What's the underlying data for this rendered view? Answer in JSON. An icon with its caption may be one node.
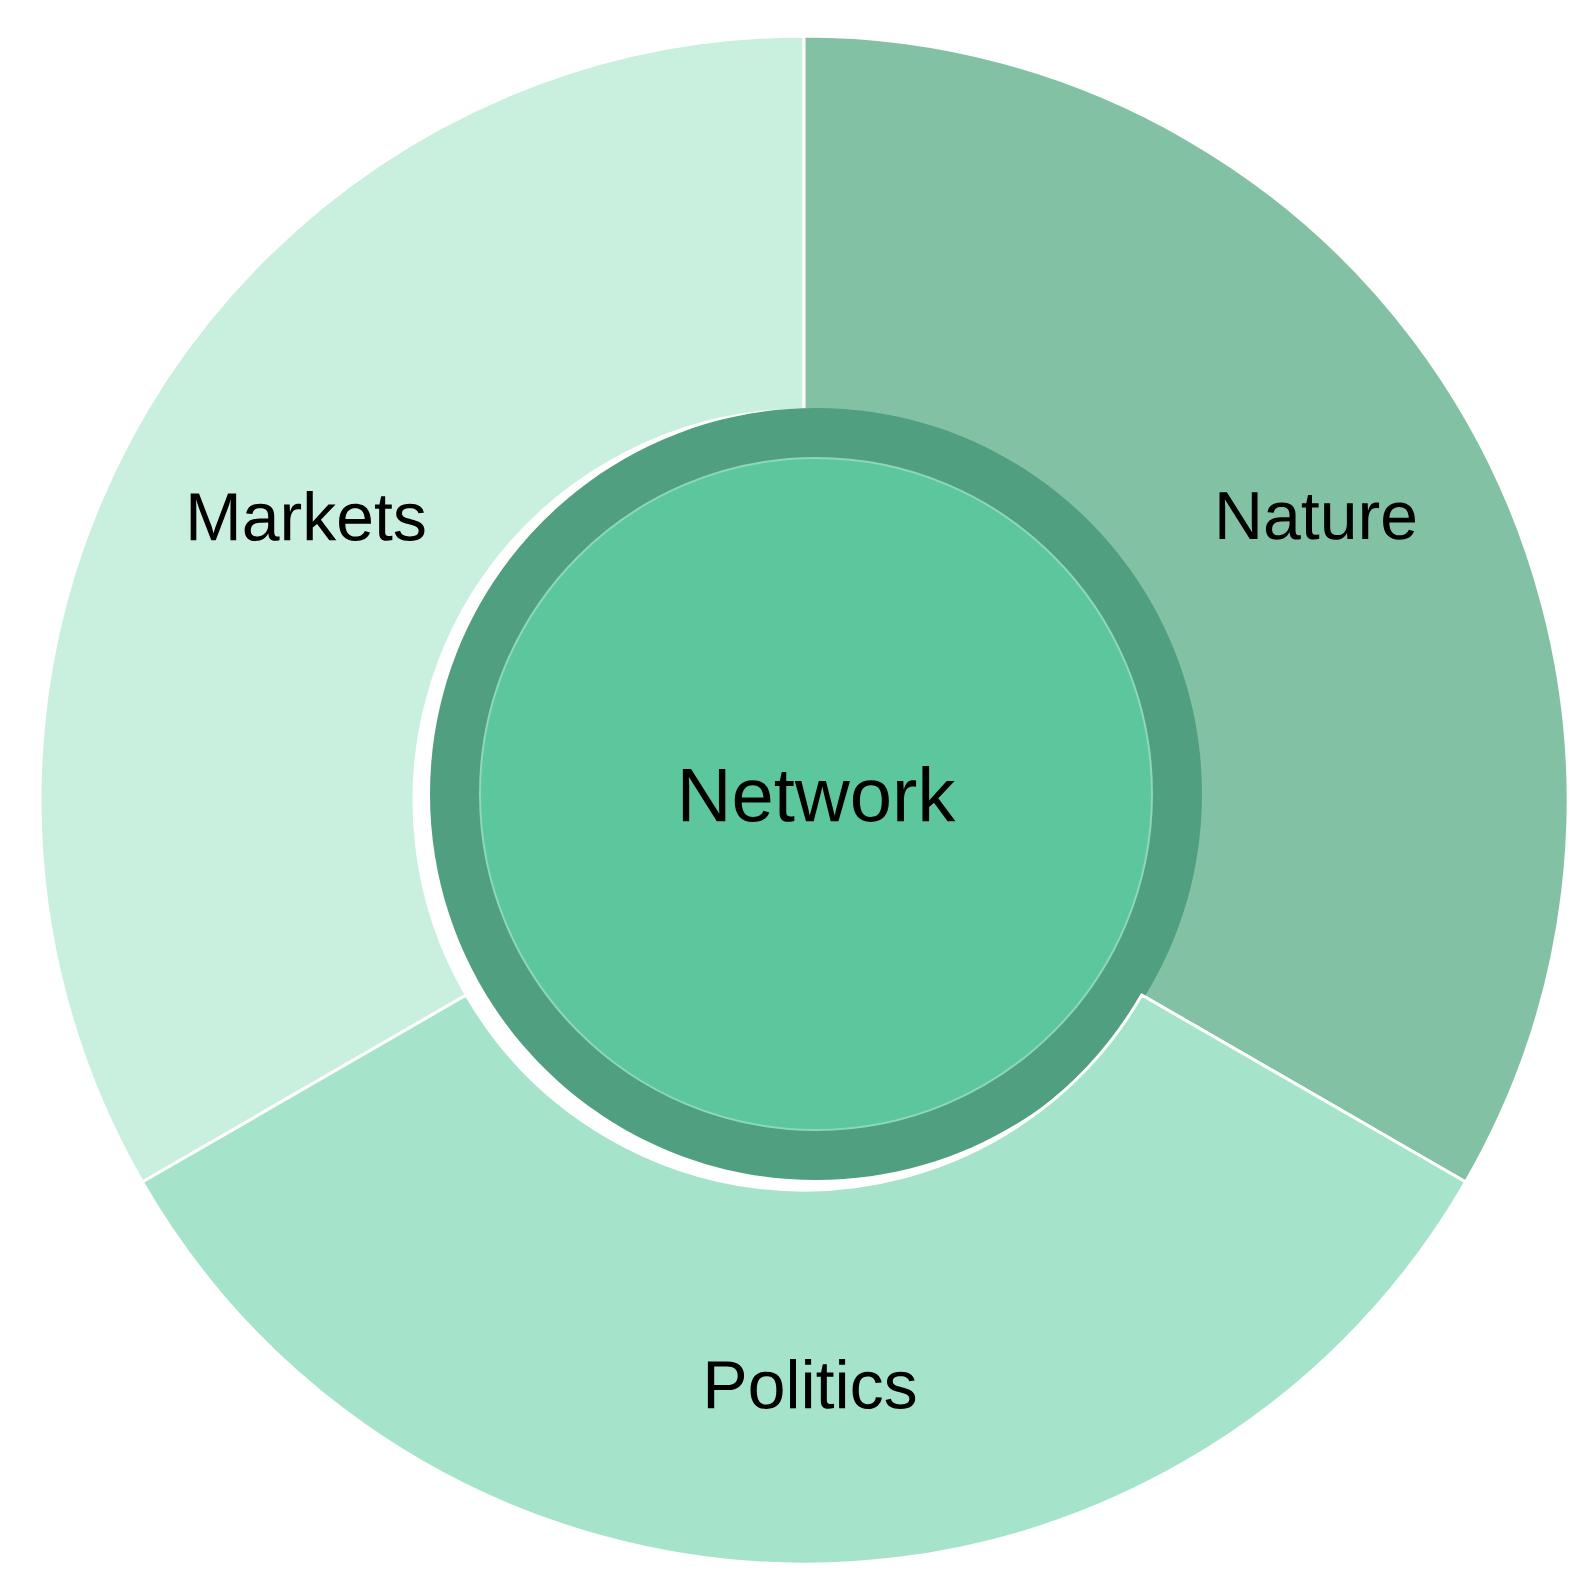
{
  "diagram": {
    "nodes": [
      {
        "text": [
          "Markets"
        ]
      },
      {
        "text": [
          "Nature"
        ]
      },
      {
        "text": [
          "Network"
        ]
      },
      {
        "text": [
          "Politics"
        ]
      }
    ]
  }
}
